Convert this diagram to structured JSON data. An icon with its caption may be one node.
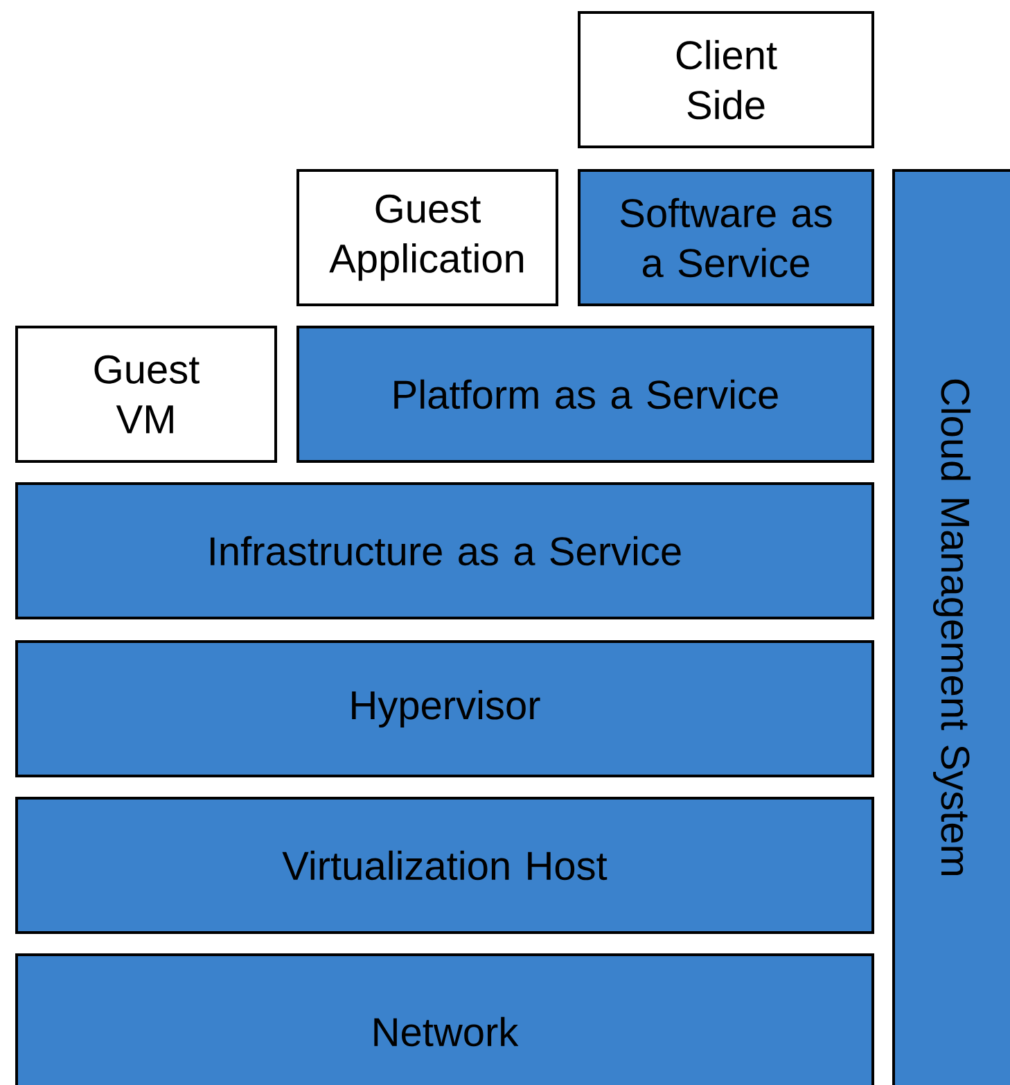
{
  "diagram": {
    "nodes": [
      {
        "text": [
          "Client Side"
        ]
      },
      {
        "text": [
          "Guest Application"
        ]
      },
      {
        "text": [
          "Software as a Service"
        ]
      },
      {
        "text": [
          "Cloud Management System"
        ]
      },
      {
        "text": [
          "Guest VM"
        ]
      },
      {
        "text": [
          "Platform as a Service"
        ]
      },
      {
        "text": [
          "Infrastructure as a Service"
        ]
      },
      {
        "text": [
          "Hypervisor"
        ]
      },
      {
        "text": [
          "Virtualization Host"
        ]
      },
      {
        "text": [
          "Network"
        ]
      }
    ]
  }
}
